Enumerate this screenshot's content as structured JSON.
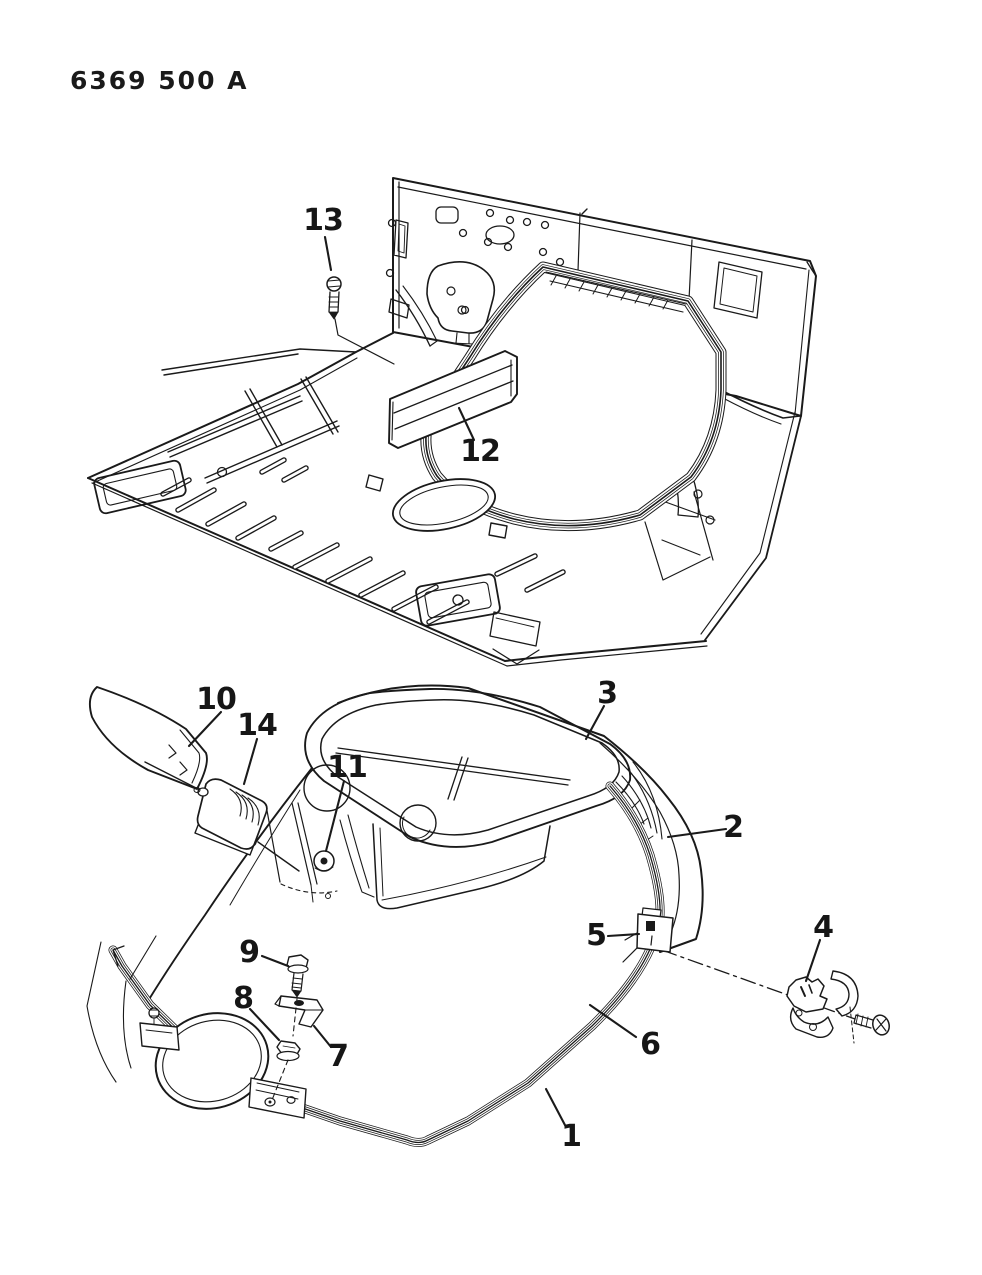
{
  "page": {
    "background": "#ffffff",
    "ink": "#1a1a1a",
    "part_number": "6369 500 A"
  },
  "callouts": {
    "c1": {
      "label": "1"
    },
    "c2": {
      "label": "2"
    },
    "c3": {
      "label": "3"
    },
    "c4": {
      "label": "4"
    },
    "c5": {
      "label": "5"
    },
    "c6": {
      "label": "6"
    },
    "c7": {
      "label": "7"
    },
    "c8": {
      "label": "8"
    },
    "c9": {
      "label": "9"
    },
    "c10": {
      "label": "10"
    },
    "c11": {
      "label": "11"
    },
    "c12": {
      "label": "12"
    },
    "c13": {
      "label": "13"
    },
    "c14": {
      "label": "14"
    }
  }
}
